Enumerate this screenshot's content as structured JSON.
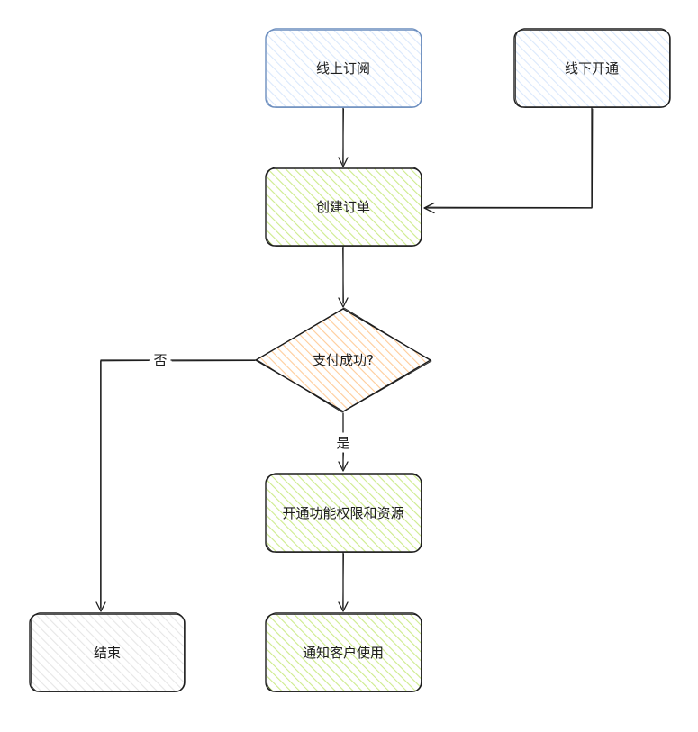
{
  "nodes": {
    "online_subscribe": {
      "label": "线上订阅",
      "stroke": "#6c8ebf",
      "fill": "#dae8fc"
    },
    "offline_open": {
      "label": "线下开通",
      "stroke": "#1e1e1e",
      "fill": "#dae8fc"
    },
    "create_order": {
      "label": "创建订单",
      "stroke": "#1e1e1e",
      "fill": "#cdeb8b"
    },
    "payment_check": {
      "label": "支付成功?",
      "stroke": "#1e1e1e",
      "fill": "#ffcc99"
    },
    "open_permissions": {
      "label": "开通功能权限和资源",
      "stroke": "#1e1e1e",
      "fill": "#cdeb8b"
    },
    "notify_customer": {
      "label": "通知客户使用",
      "stroke": "#1e1e1e",
      "fill": "#cdeb8b"
    },
    "end": {
      "label": "结束",
      "stroke": "#1e1e1e",
      "fill": "#e6e6e6"
    }
  },
  "edges": {
    "no": {
      "label": "否"
    },
    "yes": {
      "label": "是"
    }
  },
  "colors": {
    "line": "#1e1e1e",
    "background": "#ffffff"
  }
}
